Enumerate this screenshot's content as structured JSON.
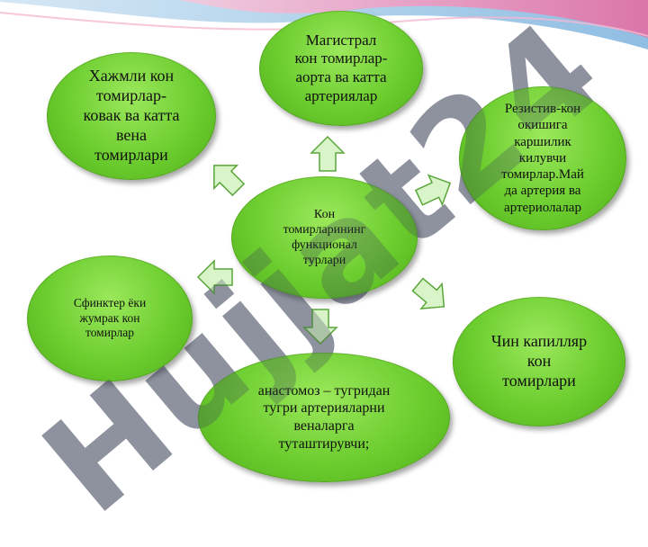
{
  "diagram": {
    "center": {
      "lines": [
        "Кон",
        "томирларининг",
        "функционал",
        "турлари"
      ]
    },
    "nodes": [
      {
        "id": "top",
        "lines": [
          "Магистрал",
          "кон томирлар-",
          "аорта ва катта",
          "артериялар"
        ]
      },
      {
        "id": "top-left",
        "lines": [
          "Хажмли кон",
          "томирлар-",
          "ковак  ва катта",
          "вена",
          "томирлари"
        ]
      },
      {
        "id": "right",
        "lines": [
          "Резистив-кон",
          "окишига",
          "каршилик",
          "килувчи",
          "томирлар.Май",
          "да артерия ва",
          "артериолалар"
        ]
      },
      {
        "id": "left",
        "lines": [
          "Сфинктер ёки",
          "жумрак кон",
          "томирлар"
        ]
      },
      {
        "id": "bottom-right",
        "lines": [
          "Чин капилляр",
          "кон",
          "томирлари"
        ]
      },
      {
        "id": "bottom",
        "lines": [
          "анастомоз – тугридан",
          "тугри артерияларни",
          "веналарга",
          "туташтирувчи;"
        ]
      }
    ]
  },
  "watermark": {
    "text": "Hujjat24"
  },
  "colors": {
    "node_fill": "#6ccd2f",
    "arrow_fill": "#d8f4c8",
    "arrow_stroke": "#5aa63a",
    "wave_pink": "#f2a0c4",
    "wave_blue": "#7fb4dc"
  }
}
